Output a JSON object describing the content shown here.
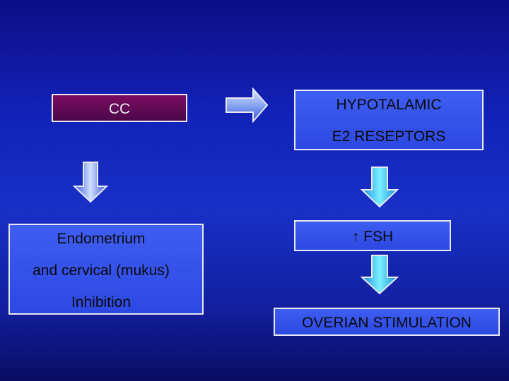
{
  "diagram": {
    "cc": "CC",
    "hypothalamic_line1": "HYPOTALAMIC",
    "hypothalamic_line2": "E2 RESEPTORS",
    "endometrium_line1": "Endometrium",
    "endometrium_line2": "and cervical (mukus)",
    "endometrium_line3": "Inhibition",
    "fsh_arrow": "↑",
    "fsh": "FSH",
    "ovarian": "OVERIAN STIMULATION"
  },
  "colors": {
    "background": "#1428b8",
    "box_fill": "#3350ea",
    "cc_box_fill": "#6a0a58",
    "border": "#e8e8f0",
    "arrow_fill_light": "#6ee6ff",
    "arrow_fill_dark": "#1aa0e0"
  },
  "icons": {
    "right_arrow": "block-arrow-right",
    "down_arrow": "block-arrow-down"
  }
}
